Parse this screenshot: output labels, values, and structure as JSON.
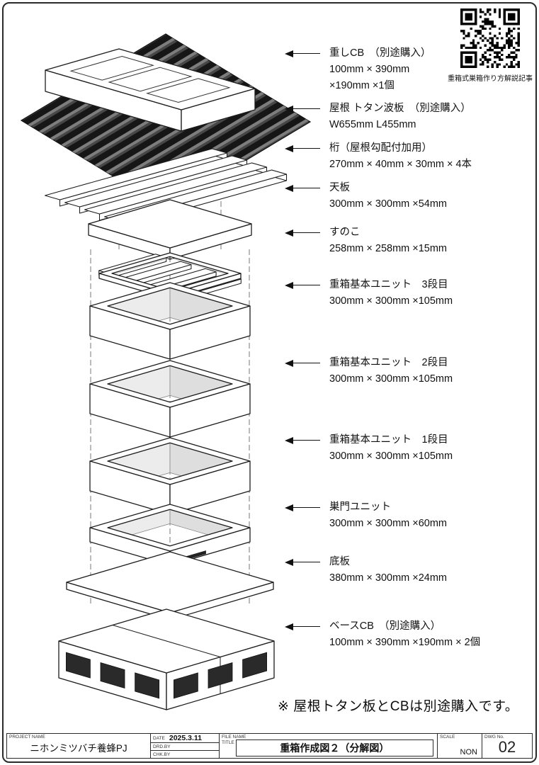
{
  "labels": [
    {
      "name": "重しCB　（別途購入）",
      "dims": [
        "100mm × 390mm",
        "×190mm ×1個"
      ]
    },
    {
      "name": "屋根 トタン波板　（別途購入）",
      "dims": [
        "W655mm L455mm"
      ]
    },
    {
      "name": "桁（屋根勾配付加用）",
      "dims": [
        "270mm × 40mm × 30mm × 4本"
      ]
    },
    {
      "name": "天板",
      "dims": [
        "300mm × 300mm ×54mm"
      ]
    },
    {
      "name": "すのこ",
      "dims": [
        "258mm × 258mm ×15mm"
      ]
    },
    {
      "name": "重箱基本ユニット　3段目",
      "dims": [
        "300mm × 300mm ×105mm"
      ]
    },
    {
      "name": "重箱基本ユニット　2段目",
      "dims": [
        "300mm × 300mm ×105mm"
      ]
    },
    {
      "name": "重箱基本ユニット　1段目",
      "dims": [
        "300mm × 300mm ×105mm"
      ]
    },
    {
      "name": "巣門ユニット",
      "dims": [
        "300mm × 300mm ×60mm"
      ]
    },
    {
      "name": "底板",
      "dims": [
        "380mm × 300mm ×24mm"
      ]
    },
    {
      "name": "ベースCB　（別途購入）",
      "dims": [
        "100mm × 390mm ×190mm × 2個"
      ]
    }
  ],
  "note": "※ 屋根トタン板とCBは別途購入です。",
  "qr_caption": "重箱式巣箱作り方解説記事",
  "titleblock": {
    "project_label": "PROJECT NAME",
    "project": "ニホンミツバチ養蜂PJ",
    "date_label": "DATE",
    "date": "2025.3.11",
    "drd_label": "DRD.BY",
    "chk_label": "CHK.BY",
    "file_label": "FILE NAME",
    "title_label": "TITLE",
    "title": "重箱作成図２（分解図）",
    "scale_label": "SCALE",
    "scale": "NON",
    "dwg_label": "DWG No.",
    "dwg_no": "02"
  }
}
